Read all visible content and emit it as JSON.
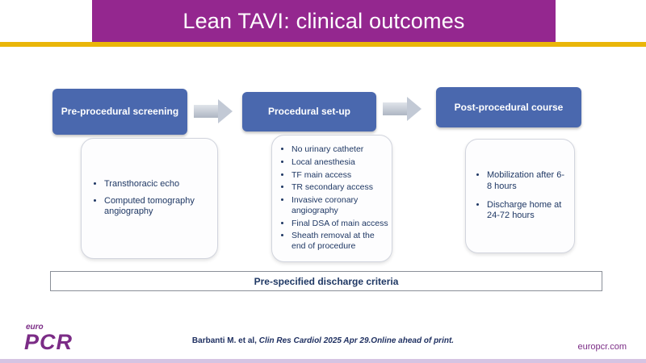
{
  "header": {
    "title": "Lean TAVI: clinical outcomes"
  },
  "flow": {
    "columns": [
      {
        "title": "Pre-procedural screening",
        "bullets": [
          "Transthoracic echo",
          "Computed tomography angiography"
        ]
      },
      {
        "title": "Procedural set-up",
        "bullets": [
          "No urinary catheter",
          "Local anesthesia",
          "TF main access",
          "TR secondary access",
          "Invasive coronary angiography",
          "Final DSA of main access",
          "Sheath removal at the end of procedure"
        ]
      },
      {
        "title": "Post-procedural course",
        "bullets": [
          "Mobilization after 6-8 hours",
          "Discharge home at 24-72 hours"
        ]
      }
    ]
  },
  "criteria": {
    "label": "Pre-specified discharge criteria"
  },
  "footer": {
    "citation_prefix": "Barbanti M. et al, ",
    "citation_italic": "Clin Res Cardiol 2025 Apr 29.Online ahead of print.",
    "logo_top": "euro",
    "logo_main": "PCR",
    "website": "europcr.com"
  },
  "colors": {
    "banner_purple": "#94278f",
    "gold_rule": "#eab609",
    "box_blue": "#4a68ae",
    "text_navy": "#1f3864",
    "logo_purple": "#7b2c86",
    "arrow_gray": "#c2c9d5"
  }
}
